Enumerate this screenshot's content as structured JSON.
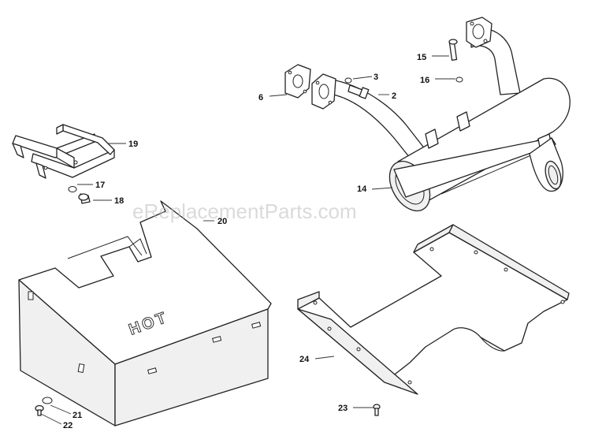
{
  "watermark": "eReplacementParts.com",
  "emboss_text": "HOT",
  "callouts": {
    "c2": "2",
    "c3": "3",
    "c6": "6",
    "c14": "14",
    "c15": "15",
    "c16": "16",
    "c17": "17",
    "c18": "18",
    "c19": "19",
    "c20": "20",
    "c21": "21",
    "c22": "22",
    "c23": "23",
    "c24": "24"
  }
}
